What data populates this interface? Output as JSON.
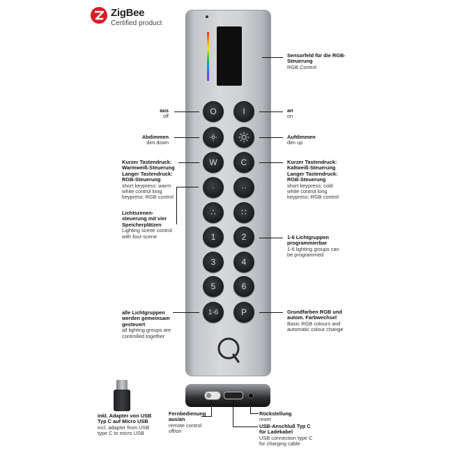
{
  "logo": {
    "brand": "ZigBee",
    "subtitle": "Certified product"
  },
  "remote": {
    "buttons": [
      {
        "id": "off",
        "symbol": "O"
      },
      {
        "id": "on",
        "symbol": "I"
      },
      {
        "id": "dim-down",
        "symbol": "sun-small"
      },
      {
        "id": "dim-up",
        "symbol": "sun-large"
      },
      {
        "id": "warm-white",
        "symbol": "W"
      },
      {
        "id": "cold-white",
        "symbol": "C"
      },
      {
        "id": "scene-1",
        "symbol": "·"
      },
      {
        "id": "scene-2",
        "symbol": "··"
      },
      {
        "id": "scene-3",
        "symbol": "∴"
      },
      {
        "id": "scene-4",
        "symbol": "∷"
      },
      {
        "id": "group-1",
        "symbol": "1"
      },
      {
        "id": "group-2",
        "symbol": "2"
      },
      {
        "id": "group-3",
        "symbol": "3"
      },
      {
        "id": "group-4",
        "symbol": "4"
      },
      {
        "id": "group-5",
        "symbol": "5"
      },
      {
        "id": "group-6",
        "symbol": "6"
      },
      {
        "id": "all-groups",
        "symbol": "1-6"
      },
      {
        "id": "program",
        "symbol": "P"
      }
    ]
  },
  "labels": {
    "sensor": {
      "de": "Sensorfeld für die RGB-Steuerung",
      "en": "RGB Control"
    },
    "off": {
      "de": "aus",
      "en": "off"
    },
    "on": {
      "de": "an",
      "en": "on"
    },
    "dim_down": {
      "de": "Abdimmen",
      "en": "dim down"
    },
    "dim_up": {
      "de": "Aufdimmen",
      "en": "dim up"
    },
    "warm": {
      "de": "Kurzer Tastendruck: Warmweiß-Steuerung Langer Tastendruck: RGB-Steuerung",
      "en": "short keypress: warm white control long keypress: RGB control"
    },
    "cold": {
      "de": "Kurzer Tastendruck: Kaltweiß-Steuerung Langer Tastendruck: RGB-Steuerung",
      "en": "short keypress: cold white control long keypress: RGB control"
    },
    "scenes": {
      "de": "Lichtszenen-steuerung mit vier Speicherplätzen",
      "en": "Lighting scene control with four-scene"
    },
    "groups": {
      "de": "1-6 Lichtgruppen programmierbar",
      "en": "1-6 lighting groups can be programmed"
    },
    "all_groups": {
      "de": "alle Lichtgruppen werden gemeinsam gesteuert",
      "en": "all lighting groups are controlled together"
    },
    "rgb": {
      "de": "Grundfarben RGB und autom. Farbwechsel",
      "en": "Basic RGB colours and automatic colour change"
    },
    "adapter": {
      "de": "inkl. Adapter von USB Typ C auf Micro USB",
      "en": "incl. adapter from USB type C to micro USB"
    },
    "power": {
      "de": "Fernbedienung aus/an",
      "en": "remote control off/on"
    },
    "reset": {
      "de": "Rückstellung",
      "en": "reset"
    },
    "usb": {
      "de": "USB-Anschluß Typ C für Ladekabel",
      "en": "USB connection type C for charging cable"
    }
  }
}
